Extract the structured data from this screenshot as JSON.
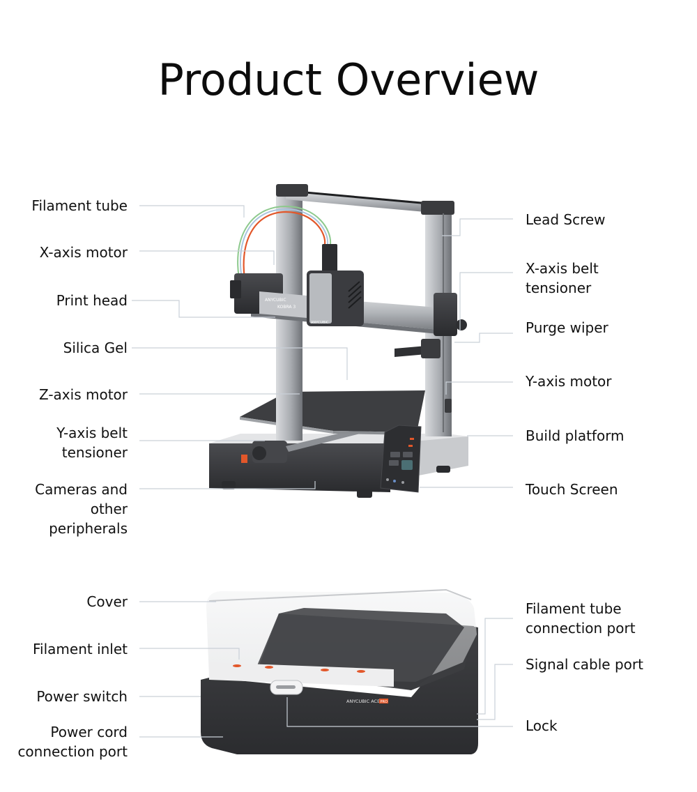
{
  "title": "Product Overview",
  "printer": {
    "brand_badge_line1": "ANYCUBIC",
    "brand_badge_line2": "KOBRA 3",
    "head_badge": "ANYCUBIC",
    "left_labels": [
      {
        "lines": [
          "Filament tube"
        ]
      },
      {
        "lines": [
          "X-axis motor"
        ]
      },
      {
        "lines": [
          "Print head"
        ]
      },
      {
        "lines": [
          "Silica Gel"
        ]
      },
      {
        "lines": [
          "Z-axis motor"
        ]
      },
      {
        "lines": [
          "Y-axis belt",
          "tensioner"
        ]
      },
      {
        "lines": [
          "Cameras and",
          "other",
          "peripherals"
        ]
      }
    ],
    "right_labels": [
      {
        "lines": [
          "Lead Screw"
        ]
      },
      {
        "lines": [
          "X-axis belt",
          "tensioner"
        ]
      },
      {
        "lines": [
          "Purge wiper"
        ]
      },
      {
        "lines": [
          "Y-axis motor"
        ]
      },
      {
        "lines": [
          "Build platform"
        ]
      },
      {
        "lines": [
          "Touch Screen"
        ]
      }
    ]
  },
  "ace": {
    "brand": "ANYCUBIC ACE",
    "brand_tag": "PRO",
    "left_labels": [
      {
        "lines": [
          "Cover"
        ]
      },
      {
        "lines": [
          "Filament inlet"
        ]
      },
      {
        "lines": [
          "Power switch"
        ]
      },
      {
        "lines": [
          "Power cord",
          "connection port"
        ]
      }
    ],
    "right_labels": [
      {
        "lines": [
          "Filament tube",
          "connection port"
        ]
      },
      {
        "lines": [
          "Signal cable port"
        ]
      },
      {
        "lines": [
          "Lock"
        ]
      }
    ]
  },
  "colors": {
    "leader_line": "#c9d0d8",
    "frame_dark": "#3a3b3e",
    "aluminum": "#b9bcc0",
    "accent_orange": "#e2572a"
  }
}
